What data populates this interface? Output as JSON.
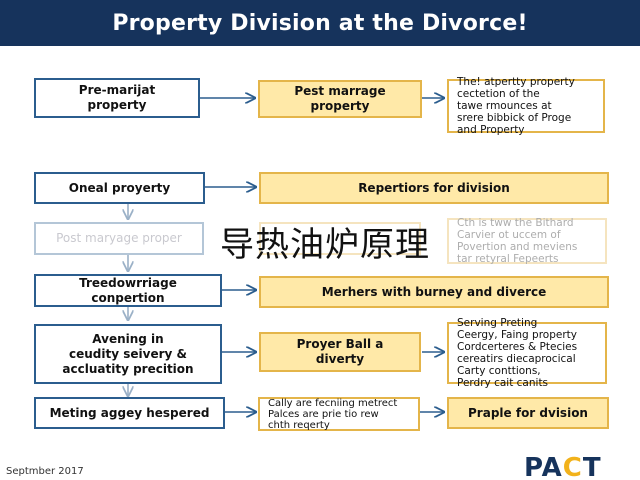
{
  "header": {
    "title": "Property Division at the Divorce!"
  },
  "rows": [
    {
      "left": "Pre-marijat\nproperty",
      "mid": "Pest marrage\nproperty",
      "right": "The! atpertty property\ncectetion of the\ntawe rmounces at\nsrere bibbick of Proge\nand Property"
    },
    {
      "left": "Oneal proyerty",
      "mid": "Repertiors for division",
      "right": ""
    },
    {
      "left": "Post maryage proper",
      "mid": "",
      "right": "Cth is tww the Bithard\nCarvier ot uccem of\nPovertion and meviens\ntar retyral Fepeerts"
    },
    {
      "left": "Treedowrriage\nconpertion",
      "mid": "Merhers with burney and diverce",
      "right": ""
    },
    {
      "left": "Avening in\nceudity seivery &\naccluatity precition",
      "mid": "Proyer Ball a\ndiverty",
      "right": "Serving Preting\nCeergy, Faing property\nCordcerteres & Ptecies\ncereatirs diecaprocical\nCarty conttions,\nPerdry cait canits"
    },
    {
      "left": "Meting aggey hespered",
      "mid": "Cally are fecniing metrect\nPalces are prie tio rew\nchth reqerty",
      "right": "Praple for dvision"
    }
  ],
  "overlay_text": "导热油炉原理",
  "footer": {
    "date": "Septmber 2017",
    "logo_main": "PA",
    "logo_accent": "C",
    "logo_end": "T"
  },
  "colors": {
    "header_bg": "#16335c",
    "box_border_blue": "#2b5d8e",
    "box_fill_yellow": "#ffe9a8",
    "box_border_yellow": "#e4b54a"
  }
}
